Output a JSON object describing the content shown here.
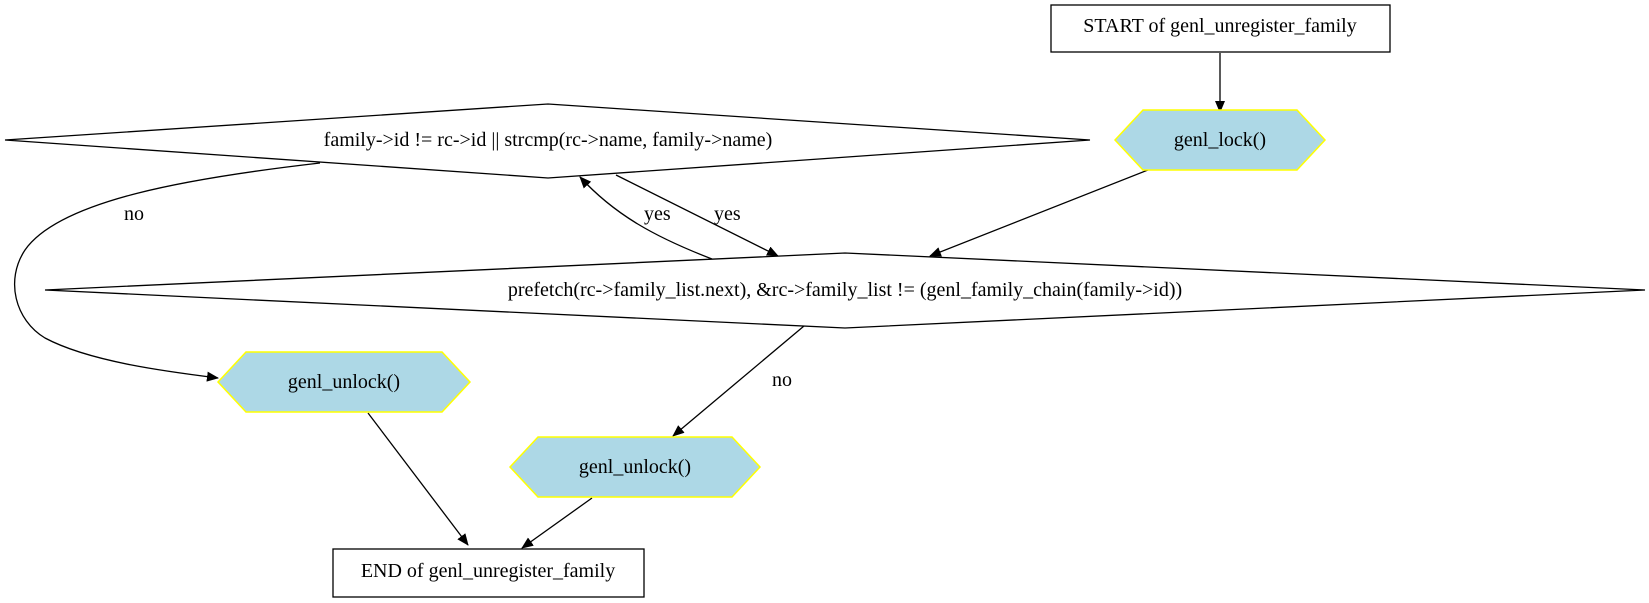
{
  "diagram": {
    "nodes": {
      "start": {
        "label": "START of genl_unregister_family"
      },
      "lock": {
        "label": "genl_lock()"
      },
      "cond_id": {
        "label": "family->id != rc->id || strcmp(rc->name, family->name)"
      },
      "cond_loop": {
        "label": "prefetch(rc->family_list.next), &rc->family_list != (genl_family_chain(family->id))"
      },
      "unlock_a": {
        "label": "genl_unlock()"
      },
      "unlock_b": {
        "label": "genl_unlock()"
      },
      "end": {
        "label": "END of genl_unregister_family"
      }
    },
    "edges": {
      "cond_id_no": {
        "label": "no"
      },
      "cond_id_yes": {
        "label": "yes"
      },
      "cond_loop_yes": {
        "label": "yes"
      },
      "cond_loop_no": {
        "label": "no"
      }
    },
    "colors": {
      "process_fill": "#add8e6",
      "process_border": "#ffff00"
    }
  }
}
